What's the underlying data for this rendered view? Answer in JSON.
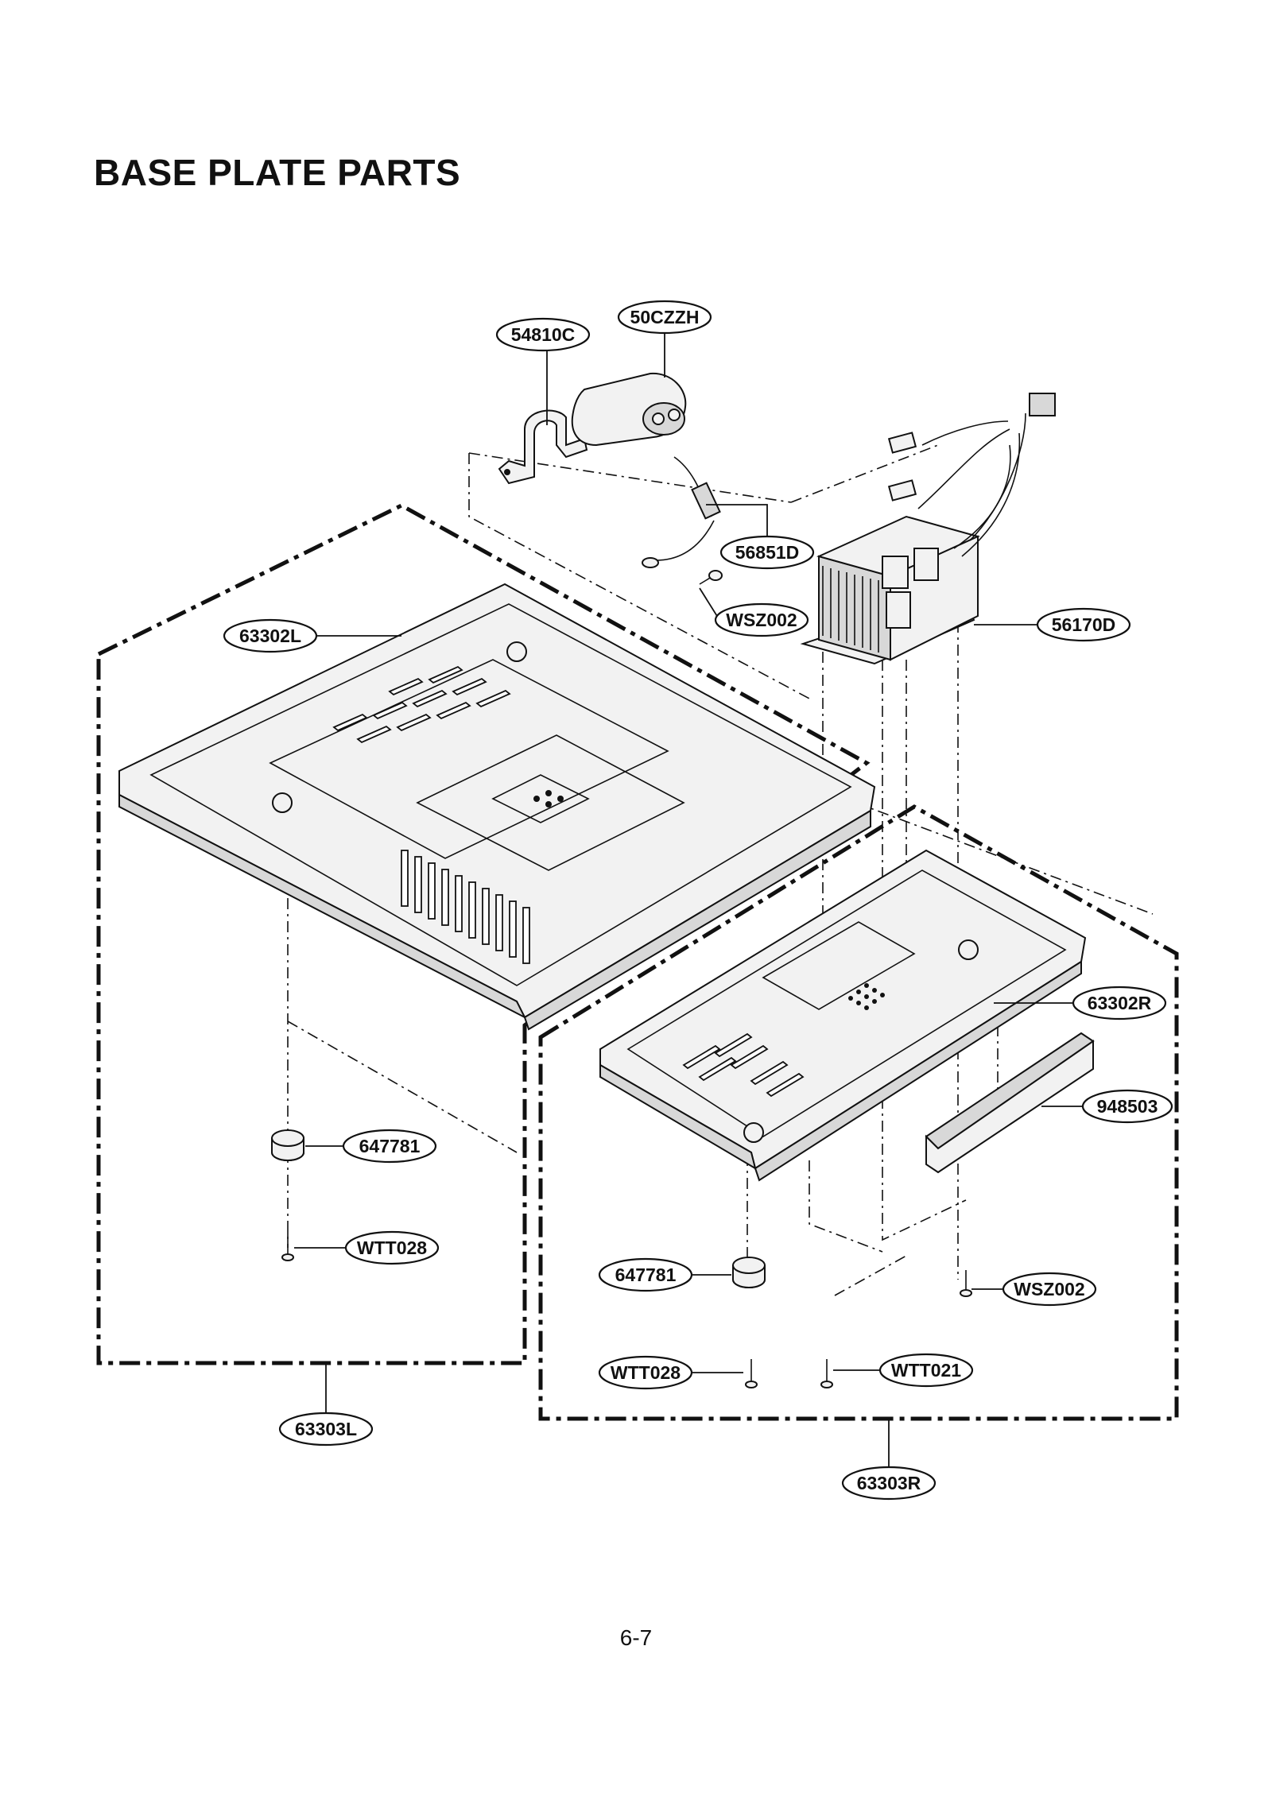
{
  "title": "BASE PLATE PARTS",
  "page_number": "6-7",
  "callouts": {
    "c_54810c": "54810C",
    "c_50czzh": "50CZZH",
    "c_56851d": "56851D",
    "c_wsz002_top": "WSZ002",
    "c_56170d": "56170D",
    "c_63302l": "63302L",
    "c_63302r": "63302R",
    "c_948503": "948503",
    "c_647781_left": "647781",
    "c_wtt028_left": "WTT028",
    "c_647781_right": "647781",
    "c_wsz002_bottom": "WSZ002",
    "c_wtt028_right": "WTT028",
    "c_wtt021": "WTT021",
    "c_63303l": "63303L",
    "c_63303r": "63303R"
  }
}
